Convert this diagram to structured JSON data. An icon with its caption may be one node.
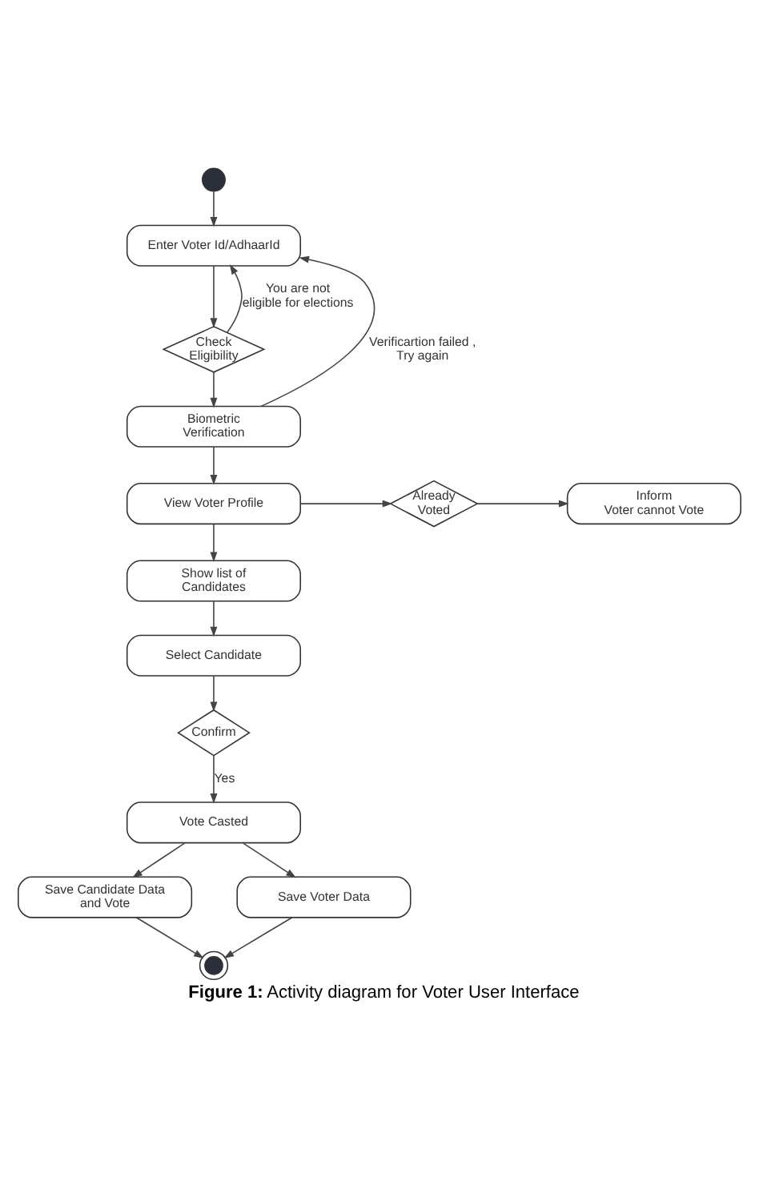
{
  "diagram": {
    "caption": "**Figure 1:** Activity diagram for Voter User Interface",
    "nodes": [
      {
        "text": [],
        "shape": "circle"
      },
      {
        "text": [
          "Enter Voter Id/AdhaarId"
        ]
      },
      {
        "text": [
          "Check Eligibility"
        ]
      },
      {
        "text": [
          "Biometric Verification"
        ]
      },
      {
        "text": [
          "View Voter Profile"
        ]
      },
      {
        "text": [
          "Already Voted"
        ]
      },
      {
        "text": [
          "Inform Voter cannot Vote"
        ]
      },
      {
        "text": [
          "Show list of Candidates"
        ]
      },
      {
        "text": [
          "Select Candidate"
        ]
      },
      {
        "text": [
          "Confirm"
        ]
      },
      {
        "text": [
          "Vote Casted"
        ]
      },
      {
        "text": [
          "Save Candidate Data and Vote"
        ]
      },
      {
        "text": [
          "Save Voter Data"
        ]
      },
      {
        "text": [],
        "shape": "bullseye"
      }
    ],
    "edges": [
      {
        "from": 0,
        "to": 1,
        "arrow": "to"
      },
      {
        "from": 1,
        "to": 2,
        "arrow": "to"
      },
      {
        "from": 2,
        "to": 1,
        "arrow": "to",
        "label": "You are not eligible for elections"
      },
      {
        "from": 2,
        "to": 3,
        "arrow": "to"
      },
      {
        "from": 3,
        "to": 1,
        "arrow": "to",
        "label": "Verificartion failed , Try again"
      },
      {
        "from": 3,
        "to": 4,
        "arrow": "to"
      },
      {
        "from": 4,
        "to": 5,
        "arrow": "to"
      },
      {
        "from": 5,
        "to": 6,
        "arrow": "to"
      },
      {
        "from": 4,
        "to": 7,
        "arrow": "to"
      },
      {
        "from": 7,
        "to": 8,
        "arrow": "to"
      },
      {
        "from": 8,
        "to": 9,
        "arrow": "to"
      },
      {
        "from": 9,
        "to": 10,
        "arrow": "to",
        "label": "Yes"
      },
      {
        "from": 10,
        "to": 11,
        "arrow": "to"
      },
      {
        "from": 10,
        "to": 12,
        "arrow": "to"
      },
      {
        "from": 11,
        "to": 13,
        "arrow": "to"
      },
      {
        "from": 12,
        "to": 13,
        "arrow": "to"
      }
    ]
  }
}
